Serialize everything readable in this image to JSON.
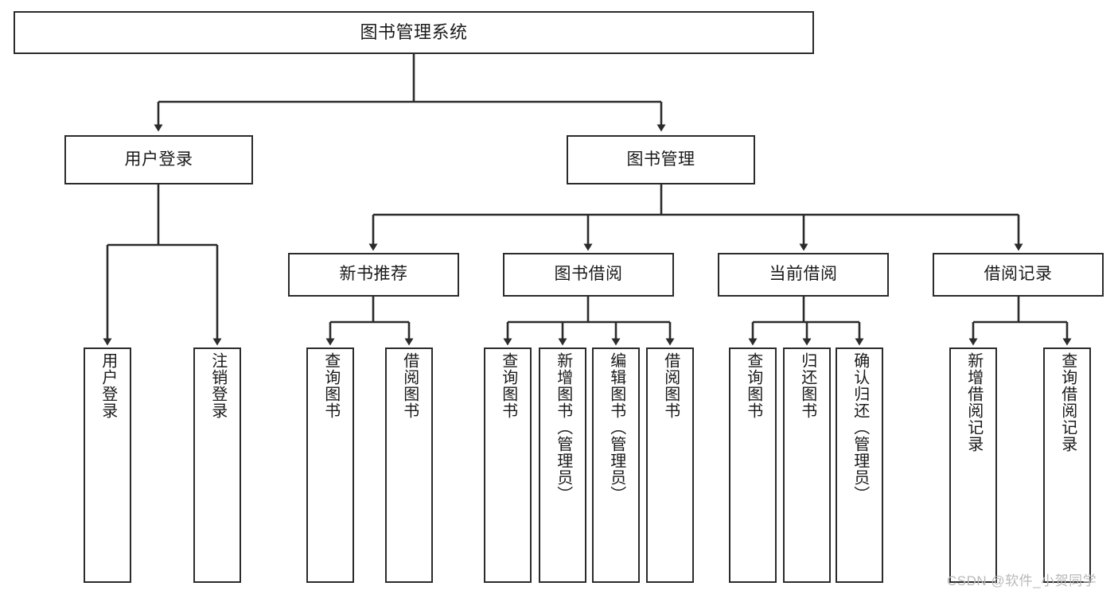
{
  "diagram": {
    "title": "图书管理系统",
    "type": "hierarchy-tree",
    "stroke_color": "#2b2b2b",
    "fill_color": "#ffffff",
    "text_color": "#1a1a1a",
    "levels": {
      "root": {
        "label": "图书管理系统"
      },
      "level2": [
        {
          "label": "用户登录"
        },
        {
          "label": "图书管理"
        }
      ],
      "level3": [
        {
          "label": "新书推荐"
        },
        {
          "label": "图书借阅"
        },
        {
          "label": "当前借阅"
        },
        {
          "label": "借阅记录"
        }
      ],
      "leaves": [
        {
          "label": "用户登录",
          "parent": "用户登录"
        },
        {
          "label": "注销登录",
          "parent": "用户登录"
        },
        {
          "label": "查询图书",
          "parent": "新书推荐"
        },
        {
          "label": "借阅图书",
          "parent": "新书推荐"
        },
        {
          "label": "查询图书",
          "parent": "图书借阅"
        },
        {
          "label": "新增图书（管理员）",
          "parent": "图书借阅"
        },
        {
          "label": "编辑图书（管理员）",
          "parent": "图书借阅"
        },
        {
          "label": "借阅图书",
          "parent": "图书借阅"
        },
        {
          "label": "查询图书",
          "parent": "当前借阅"
        },
        {
          "label": "归还图书",
          "parent": "当前借阅"
        },
        {
          "label": "确认归还（管理员）",
          "parent": "当前借阅"
        },
        {
          "label": "新增借阅记录",
          "parent": "借阅记录"
        },
        {
          "label": "查询借阅记录",
          "parent": "借阅记录"
        }
      ]
    }
  },
  "watermark": {
    "text": "CSDN @软件_小贺同学",
    "color": "#b9b9b9"
  }
}
